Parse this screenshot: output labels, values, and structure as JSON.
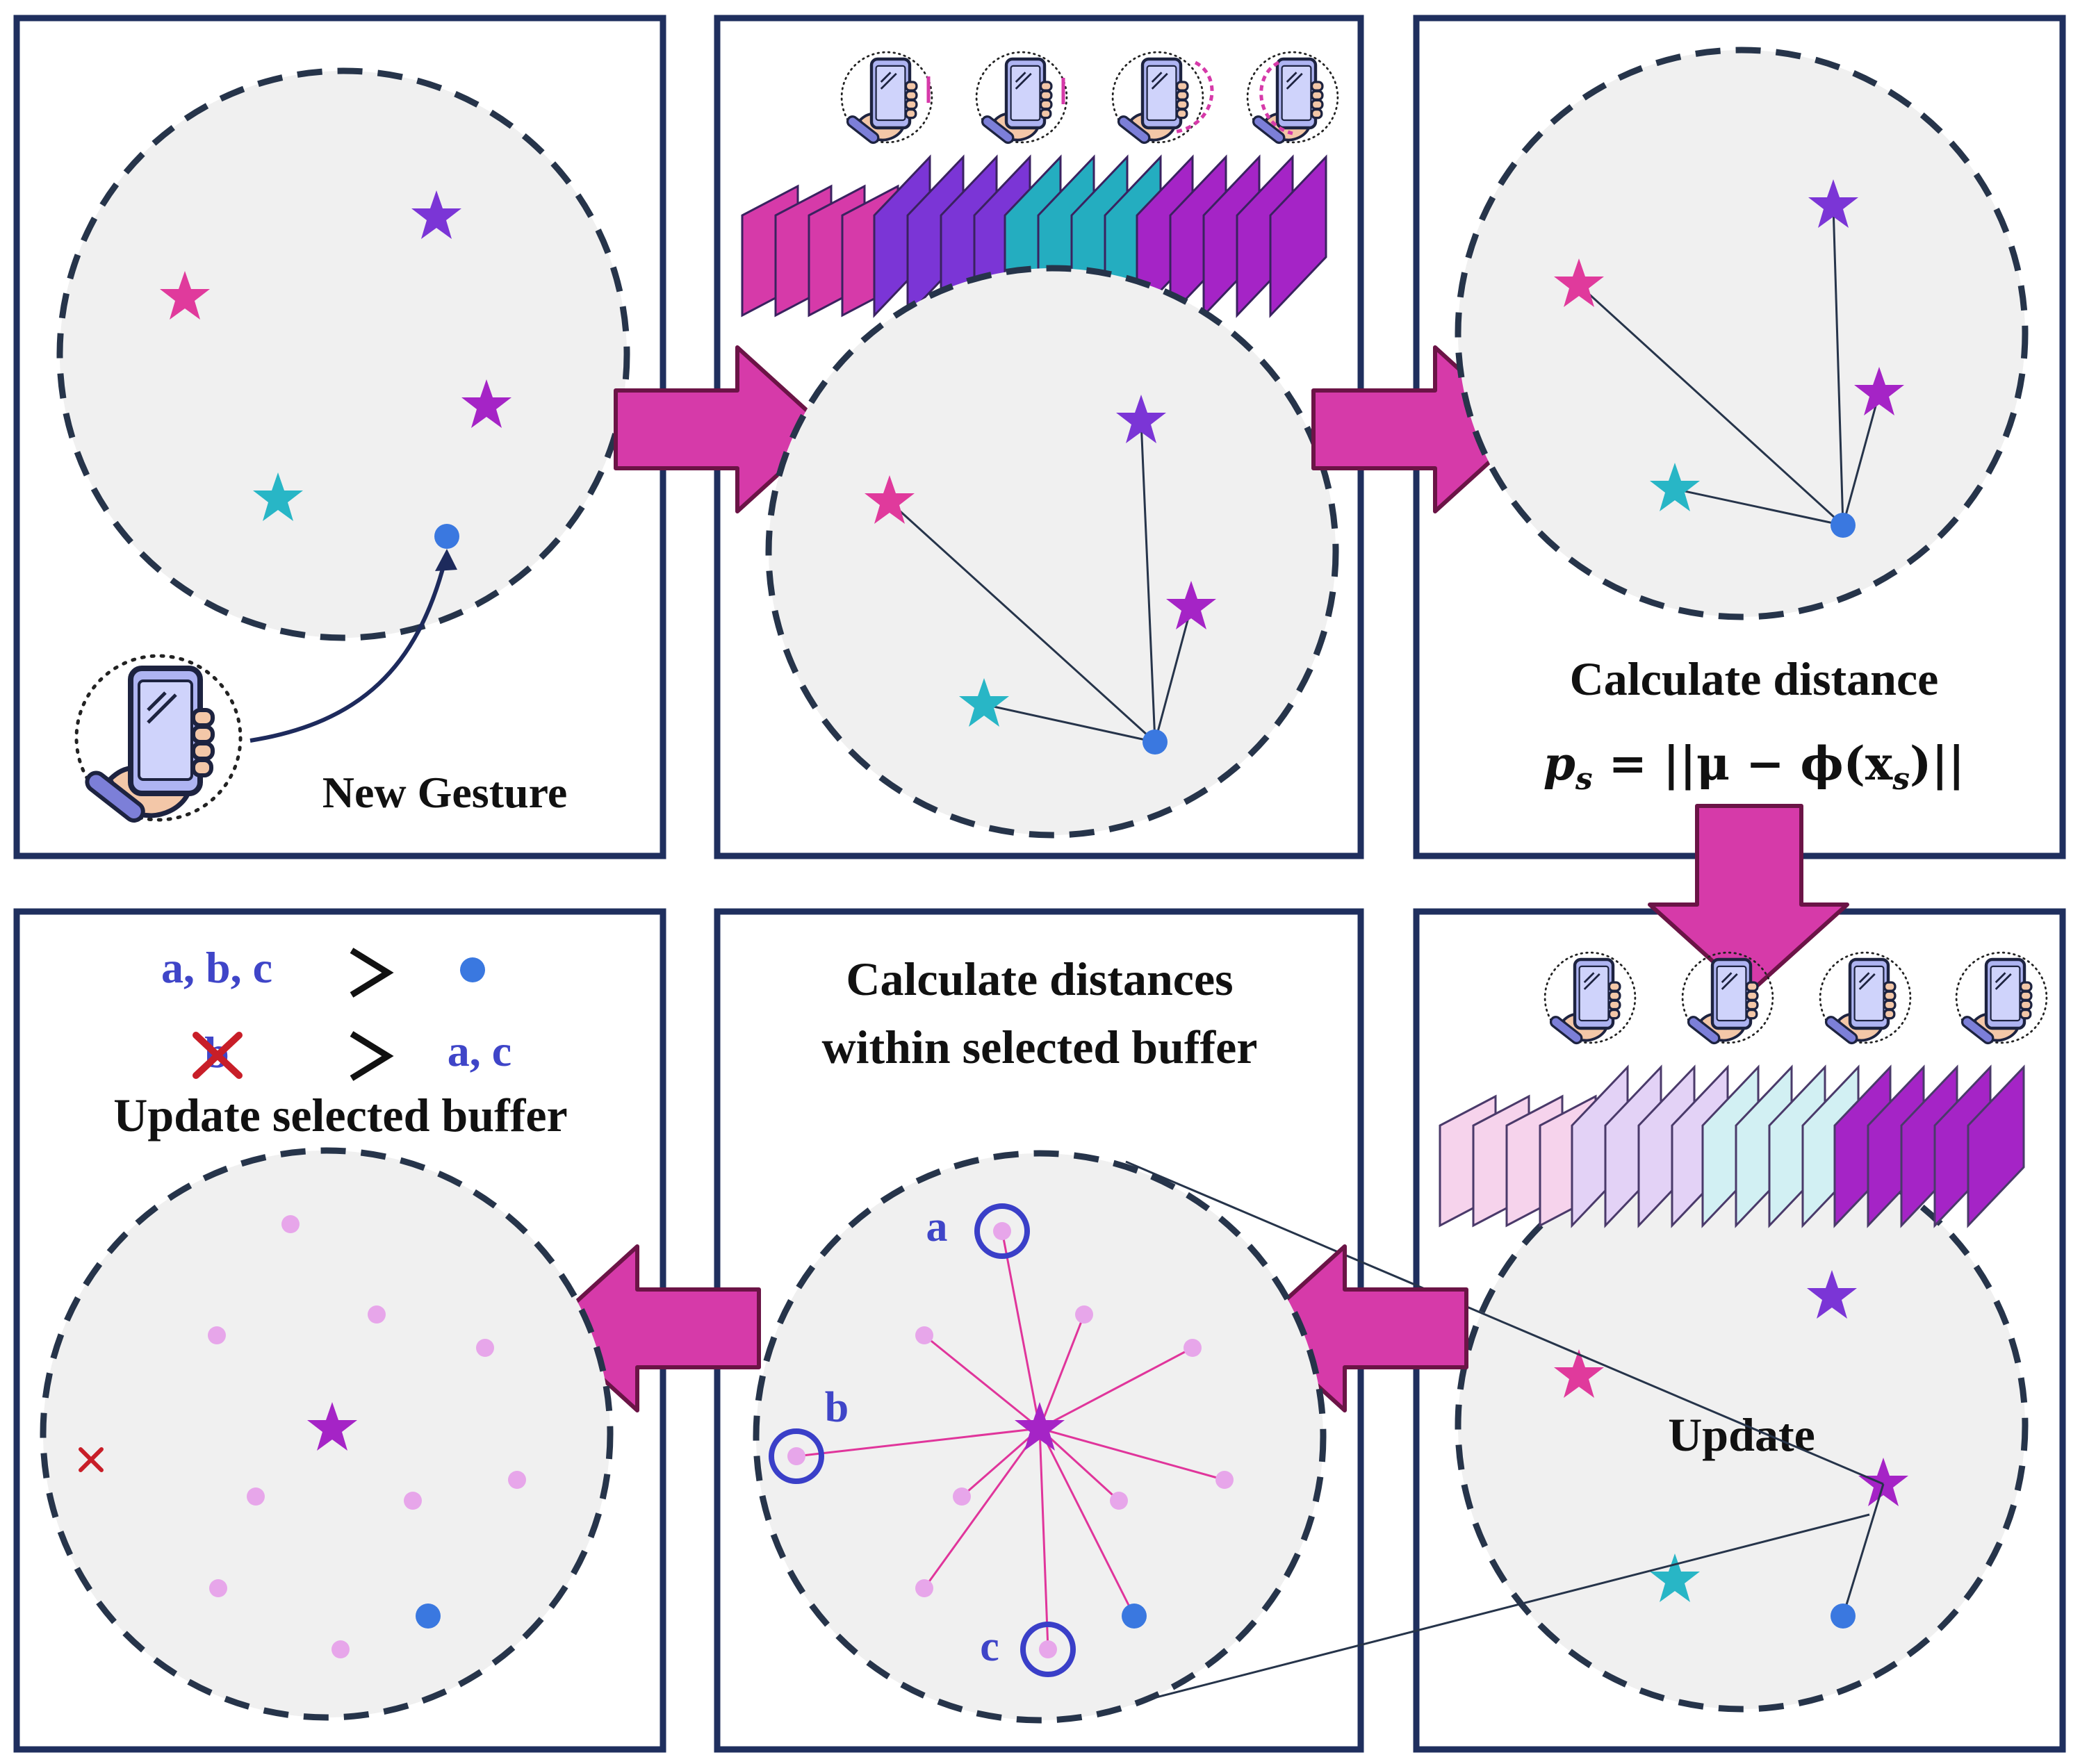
{
  "panels": {
    "p1": {
      "label": "New Gesture"
    },
    "p3": {
      "label": "Calculate distance",
      "formula_lhs": "p",
      "formula_sub": "s",
      "formula_rhs": " = ||μ − ϕ(x",
      "formula_rhs_sub": "s",
      "formula_end": ")||"
    },
    "p4": {
      "label": "Update"
    },
    "p5": {
      "label_line1": "Calculate distances",
      "label_line2": "within selected buffer",
      "point_a": "a",
      "point_b": "b",
      "point_c": "c"
    },
    "p6": {
      "rule1_left": "a, b, c",
      "rule2_right": "a, c",
      "rule2_crossed": "b",
      "label": "Update selected buffer"
    }
  },
  "colors": {
    "frame": "#1f2f5e",
    "circle_fill": "#f0f0f0",
    "circle_stroke": "#26344a",
    "arrow_fill": "#d63aa9",
    "arrow_stroke": "#6b1446",
    "pink_star": "#e03a9c",
    "purple_star": "#7b35d6",
    "violet_star": "#a524c6",
    "teal_star": "#28b6c6",
    "blue_dot": "#3a78e0",
    "light_dot": "#e7a6ea",
    "ring": "#3a3fc8",
    "label_blue": "#3f45c8",
    "red_x": "#c81e28"
  },
  "icons": [
    "phone-gesture-icon",
    "star-icon",
    "arrow-right-icon",
    "arrow-left-icon",
    "arrow-down-icon",
    "red-x-icon",
    "greater-than-icon"
  ]
}
